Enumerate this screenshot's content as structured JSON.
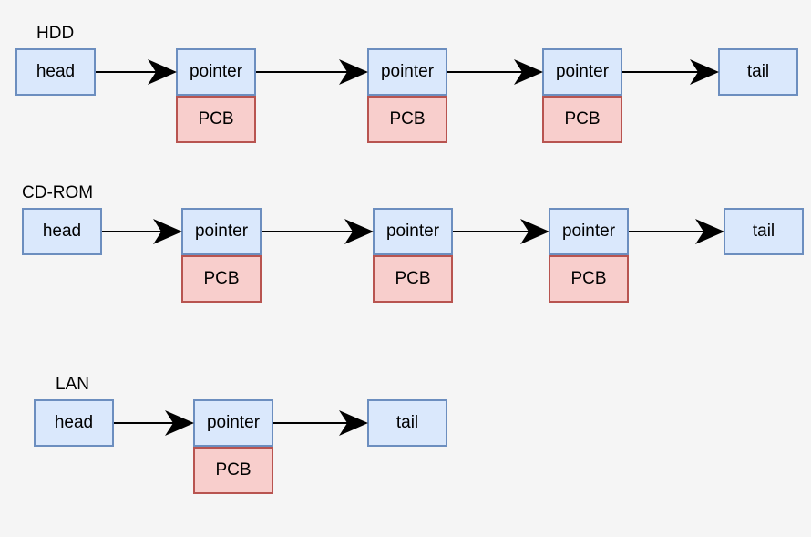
{
  "lists": [
    {
      "label": "HDD",
      "head": "head",
      "nodes": [
        {
          "pointer": "pointer",
          "pcb": "PCB"
        },
        {
          "pointer": "pointer",
          "pcb": "PCB"
        },
        {
          "pointer": "pointer",
          "pcb": "PCB"
        }
      ],
      "tail": "tail"
    },
    {
      "label": "CD-ROM",
      "head": "head",
      "nodes": [
        {
          "pointer": "pointer",
          "pcb": "PCB"
        },
        {
          "pointer": "pointer",
          "pcb": "PCB"
        },
        {
          "pointer": "pointer",
          "pcb": "PCB"
        }
      ],
      "tail": "tail"
    },
    {
      "label": "LAN",
      "head": "head",
      "nodes": [
        {
          "pointer": "pointer",
          "pcb": "PCB"
        }
      ],
      "tail": "tail"
    }
  ],
  "colors": {
    "node_fill": "#dae8fc",
    "node_border": "#6c8ebf",
    "pcb_fill": "#f8cecc",
    "pcb_border": "#b85450",
    "arrow": "#000000",
    "background": "#f5f5f5"
  }
}
